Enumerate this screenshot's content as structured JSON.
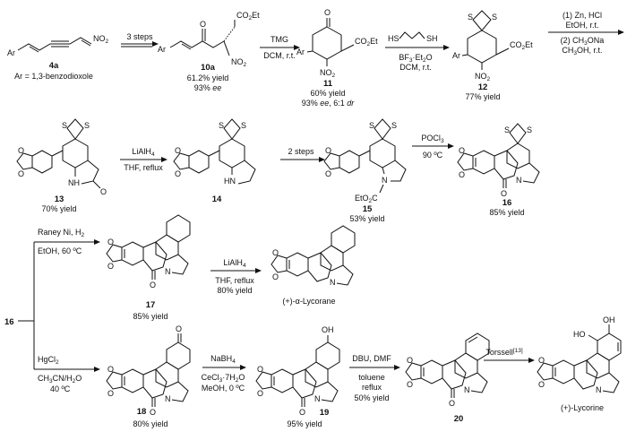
{
  "compounds": {
    "c4a": {
      "number": "4a",
      "note": "Ar = 1,3-benzodioxole",
      "group_ar": "Ar",
      "group_no2": "NO",
      "sub2": "2"
    },
    "c10a": {
      "number": "10a",
      "yield": "61.2% yield",
      "ee_value": "93% ",
      "ee_label": "ee",
      "group_ar": "Ar",
      "group_co2et": "CO",
      "sub2": "2",
      "et": "Et",
      "group_no2": "NO"
    },
    "c11": {
      "number": "11",
      "yield": "60% yield",
      "ee_value": "93% ",
      "ee_label": "ee",
      "dr_value": ", 6:1 ",
      "dr_label": "dr",
      "group_ar": "Ar",
      "group_o": "O",
      "group_no2": "NO",
      "group_co2et": "CO",
      "et": "Et"
    },
    "c12": {
      "number": "12",
      "yield": "77% yield",
      "group_ar": "Ar",
      "group_no2": "NO",
      "group_co2et": "CO",
      "et": "Et",
      "s": "S"
    },
    "c13": {
      "number": "13",
      "yield": "70% yield",
      "nh": "NH",
      "o": "O",
      "s": "S"
    },
    "c14": {
      "number": "14",
      "nh": "HN",
      "s": "S"
    },
    "c15": {
      "number": "15",
      "yield": "53% yield",
      "n": "N",
      "eto2c": "EtO",
      "c": "C",
      "s": "S"
    },
    "c16": {
      "number": "16",
      "yield": "85% yield",
      "n": "N",
      "o": "O",
      "s": "S"
    },
    "c17": {
      "number": "17",
      "yield": "85% yield",
      "n": "N",
      "o": "O"
    },
    "lycorane": {
      "name": "(+)-α-Lycorane",
      "n": "N"
    },
    "c18": {
      "number": "18",
      "yield": "80% yield",
      "n": "N",
      "o": "O"
    },
    "c19": {
      "number": "19",
      "yield": "95% yield",
      "n": "N",
      "o": "O",
      "oh": "OH"
    },
    "c20": {
      "number": "20",
      "n": "N",
      "o": "O"
    },
    "lycorine": {
      "name": "(+)-Lycorine",
      "n": "N",
      "oh": "OH",
      "ho": "HO"
    },
    "branch_label": "16"
  },
  "arrows": {
    "a1": {
      "above": "3 steps"
    },
    "a2": {
      "above": "TMG",
      "below": "DCM, r.t."
    },
    "a3": {
      "above_left": "HS",
      "above_right": "SH",
      "below1": "BF",
      "below1_sub": "3",
      "below1_rest": "·Et",
      "below1_sub2": "2",
      "below1_end": "O",
      "below2": "DCM, r.t."
    },
    "a4": {
      "line1": "(1) Zn, HCl",
      "line2": "EtOH, r.t.",
      "line3": "(2) CH",
      "line3_sub": "3",
      "line3_rest": "ONa",
      "line4": "CH",
      "line4_sub": "3",
      "line4_rest": "OH, r.t."
    },
    "a5": {
      "above": "LiAlH",
      "above_sub": "4",
      "below": "THF, reflux"
    },
    "a6": {
      "above": "2 steps"
    },
    "a7": {
      "above": "POCl",
      "above_sub": "3",
      "below": "90 ºC"
    },
    "a8": {
      "above": "Raney Ni, H",
      "above_sub": "2",
      "below": "EtOH,  60 ºC"
    },
    "a9": {
      "above": "LiAlH",
      "above_sub": "4",
      "below1": "THF, reflux",
      "below2": "80% yield"
    },
    "a10": {
      "above": "HgCl",
      "above_sub": "2",
      "below1": "CH",
      "below1_sub": "3",
      "below1_rest": "CN/H",
      "below1_sub2": "2",
      "below1_end": "O",
      "below2": "40 ºC"
    },
    "a11": {
      "above": "NaBH",
      "above_sub": "4",
      "below1": "CeCl",
      "below1_sub": "3",
      "below1_rest": "·7H",
      "below1_sub2": "2",
      "below1_end": "O",
      "below2": "MeOH, 0 ºC"
    },
    "a12": {
      "above": "DBU, DMF",
      "below1": "toluene",
      "below2": "reflux",
      "below3": "50% yield"
    },
    "a13": {
      "above": "Torssell",
      "above_sup": "[13]"
    }
  }
}
